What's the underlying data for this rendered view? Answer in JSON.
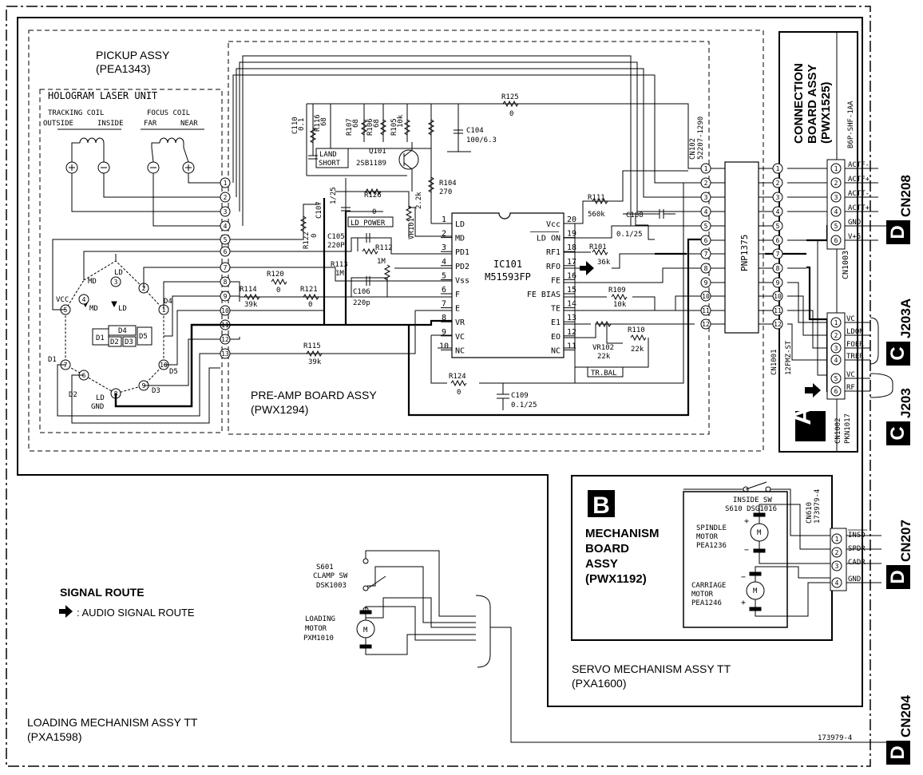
{
  "assemblies": {
    "pickup": {
      "name": "PICKUP ASSY",
      "part": "(PEA1343)"
    },
    "hologram": {
      "name": "HOLOGRAM LASER UNIT"
    },
    "preamp": {
      "name": "PRE-AMP BOARD ASSY",
      "part": "(PWX1294)"
    },
    "connection": {
      "line1": "CONNECTION",
      "line2": "BOARD ASSY",
      "line3": "(PWX1525)"
    },
    "mechanism": {
      "badge": "B",
      "line1": "MECHANISM",
      "line2": "BOARD",
      "line3": "ASSY",
      "line4": "(PWX1192)"
    },
    "servo": {
      "name": "SERVO MECHANISM ASSY TT",
      "part": "(PXA1600)"
    },
    "loading": {
      "name": "LOADING MECHANISM ASSY TT",
      "part": "(PXA1598)"
    }
  },
  "coils": {
    "tracking": {
      "label": "TRACKING COIL",
      "outside": "OUTSIDE",
      "inside": "INSIDE"
    },
    "focus": {
      "label": "FOCUS COIL",
      "far": "FAR",
      "near": "NEAR"
    }
  },
  "photodiode": {
    "pins": [
      "1",
      "2",
      "3",
      "4",
      "5",
      "6",
      "7",
      "8",
      "9",
      "10"
    ],
    "labels": {
      "ld": "LD",
      "md": "MD",
      "vcc": "VCC",
      "md_diode": "MD",
      "ld_diode": "LD",
      "d1": "D1",
      "d2": "D2",
      "d3": "D3",
      "d4": "D4",
      "d5": "D5",
      "ld_gnd_1": "LD",
      "ld_gnd_2": "GND"
    },
    "cells": {
      "d1": "D1",
      "d2": "D2",
      "d3": "D3",
      "d4": "D4",
      "d5": "D5"
    }
  },
  "pickup_connector": {
    "pins": [
      "1",
      "2",
      "3",
      "4",
      "5",
      "6",
      "7",
      "8",
      "9",
      "10",
      "11",
      "12",
      "13"
    ]
  },
  "components": {
    "c110": "C110",
    "c110_val": "0.1",
    "r116": "R116",
    "r116_val": "68",
    "r107": "R107",
    "r107_val": "68",
    "r106": "R106",
    "r106_val": "68",
    "r105": "R105",
    "r105_val": "10k",
    "r125": "R125",
    "r125_val": "0",
    "c104": "C104",
    "c104_val": "100/6.3",
    "land1": "LAND",
    "land2": "SHORT",
    "q101": "Q101",
    "q101_part": "2SB1189",
    "r104": "R104",
    "r104_val": "270",
    "c107": "C107",
    "c107_val": "1/25",
    "r126": "R126",
    "r126_val": "0",
    "ld_power": "LD POWER",
    "vr101": "VR101",
    "vr101_val": "2.2k",
    "r122": "R122",
    "r122_val": "0",
    "c105": "C105",
    "c105_val": "220P",
    "r112": "R112",
    "r112_val": "1M",
    "r113": "R113",
    "r113_val": "1M",
    "c106": "C106",
    "c106_val": "220p",
    "r120": "R120",
    "r120_val": "0",
    "r114": "R114",
    "r114_val": "39k",
    "r121": "R121",
    "r121_val": "0",
    "r115": "R115",
    "r115_val": "39k",
    "r111": "R111",
    "r111_val": "560k",
    "c108": "C108",
    "c108_val": "0.1/25",
    "r101": "R101",
    "r101_val": "36k",
    "r109": "R109",
    "r109_val": "10k",
    "r110": "R110",
    "r110_val": "22k",
    "vr102": "VR102",
    "vr102_val": "22k",
    "tr_bal": "TR.BAL",
    "r124": "R124",
    "r124_val": "0",
    "c109": "C109",
    "c109_val": "0.1/25"
  },
  "ic101": {
    "name": "IC101",
    "part": "M51593FP",
    "left_pins": [
      {
        "num": "1",
        "name": "LD"
      },
      {
        "num": "2",
        "name": "MD"
      },
      {
        "num": "3",
        "name": "PD1"
      },
      {
        "num": "4",
        "name": "PD2"
      },
      {
        "num": "5",
        "name": "Vss"
      },
      {
        "num": "6",
        "name": "F"
      },
      {
        "num": "7",
        "name": "E"
      },
      {
        "num": "8",
        "name": "VR"
      },
      {
        "num": "9",
        "name": "VC"
      },
      {
        "num": "10",
        "name": "NC"
      }
    ],
    "right_pins": [
      {
        "num": "20",
        "name": "Vcc"
      },
      {
        "num": "19",
        "name": "LD ON"
      },
      {
        "num": "18",
        "name": "RF1"
      },
      {
        "num": "17",
        "name": "RFO"
      },
      {
        "num": "16",
        "name": "FE"
      },
      {
        "num": "15",
        "name": "FE BIAS"
      },
      {
        "num": "14",
        "name": "TE"
      },
      {
        "num": "13",
        "name": "E1"
      },
      {
        "num": "12",
        "name": "EO"
      },
      {
        "num": "11",
        "name": "NC"
      }
    ]
  },
  "cn102": {
    "name": "CN102",
    "part": "52207-1290",
    "pins": [
      "1",
      "2",
      "3",
      "4",
      "5",
      "6",
      "7",
      "8",
      "9",
      "10",
      "11",
      "12"
    ]
  },
  "cable": {
    "part": "PNP1375"
  },
  "cn1001": {
    "name": "CN1001",
    "part": "12FMZ-ST",
    "pins": [
      "1",
      "2",
      "3",
      "4",
      "5",
      "6",
      "7",
      "8",
      "9",
      "10",
      "11",
      "12"
    ]
  },
  "cn1003": {
    "name": "CN1003",
    "part": "B6P-SHF-1AA",
    "pins": [
      {
        "num": "1",
        "signal": "ACTF-"
      },
      {
        "num": "2",
        "signal": "ACTF+"
      },
      {
        "num": "3",
        "signal": "ACTT-"
      },
      {
        "num": "4",
        "signal": "ACTT+"
      },
      {
        "num": "5",
        "signal": "GND"
      },
      {
        "num": "6",
        "signal": "V+5"
      }
    ]
  },
  "cn1002": {
    "name": "CN1002",
    "part": "PKN1017",
    "pins": [
      {
        "num": "1",
        "signal": "VC"
      },
      {
        "num": "2",
        "signal": "LDON"
      },
      {
        "num": "3",
        "signal": "FOER"
      },
      {
        "num": "4",
        "signal": "TRER"
      },
      {
        "num": "5",
        "signal": "VC"
      },
      {
        "num": "6",
        "signal": "RF"
      }
    ]
  },
  "badge_a": "A",
  "cn610": {
    "name": "CN610",
    "part": "173979-4",
    "pins": [
      {
        "num": "1",
        "signal": "INSD"
      },
      {
        "num": "2",
        "signal": "SPDR"
      },
      {
        "num": "3",
        "signal": "CADR"
      },
      {
        "num": "4",
        "signal": "GND"
      }
    ]
  },
  "mech_parts": {
    "inside_sw": "INSIDE SW",
    "s610": "S610  DSG1016",
    "spindle1": "SPINDLE",
    "spindle2": "MOTOR",
    "spindle3": "PEA1236",
    "carriage1": "CARRIAGE",
    "carriage2": "MOTOR",
    "carriage3": "PEA1246",
    "motor_m": "M"
  },
  "loading_parts": {
    "s601": "S601",
    "clamp_sw": "CLAMP SW",
    "dsk": "DSK1003",
    "loading1": "LOADING",
    "loading2": "MOTOR",
    "loading3": "PXM1010"
  },
  "bottom_part": "173979-4",
  "right_refs": [
    {
      "letter": "D",
      "connector": "CN208"
    },
    {
      "letter": "C",
      "connector": "J203A"
    },
    {
      "letter": "C",
      "connector": "J203"
    },
    {
      "letter": "D",
      "connector": "CN207"
    },
    {
      "letter": "D",
      "connector": "CN204"
    }
  ],
  "legend": {
    "title": "SIGNAL ROUTE",
    "item": ": AUDIO SIGNAL ROUTE"
  }
}
